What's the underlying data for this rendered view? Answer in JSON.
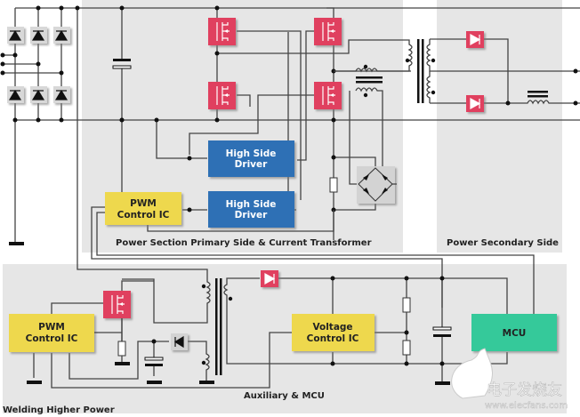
{
  "title": "Welding Higher Power",
  "sections": {
    "primary": "Power Section Primary Side & Current Transformer",
    "secondary": "Power Secondary Side",
    "auxiliary": "Auxiliary & MCU"
  },
  "blocks": {
    "pwm_main": [
      "PWM",
      "Control IC"
    ],
    "hsd_top": [
      "High Side",
      "Driver"
    ],
    "hsd_bottom": [
      "High Side",
      "Driver"
    ],
    "pwm_aux": [
      "PWM",
      "Control IC"
    ],
    "voltage_ic": [
      "Voltage",
      "Control IC"
    ],
    "mcu": "MCU"
  },
  "watermark": {
    "cn": "电子发烧友",
    "url": "www.elecfans.com"
  },
  "colors": {
    "mosfet": "#e0405f",
    "driver": "#2f6fb5",
    "control_ic": "#eed84e",
    "mcu": "#35c99a",
    "panel": "#e6e6e6"
  }
}
